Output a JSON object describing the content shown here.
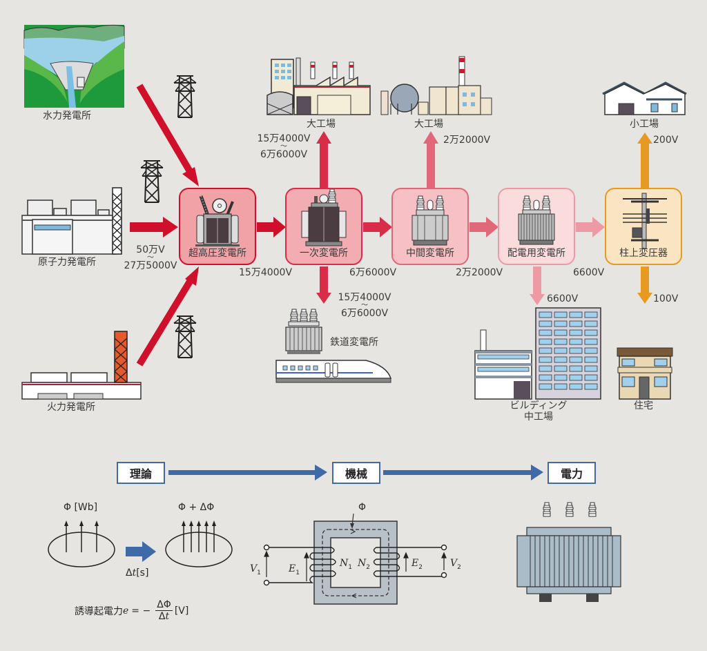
{
  "colors": {
    "background": "#e6e5e1",
    "arrow_red": "#d0102a",
    "arrow_red2": "#d92c48",
    "arrow_pink": "#e06878",
    "arrow_lightpink": "#ee9aa4",
    "arrow_orange": "#e79a22",
    "flow_blue": "#3f6aa8"
  },
  "sources": {
    "hydro": "水力発電所",
    "nuclear": "原子力発電所",
    "thermal": "火力発電所",
    "source_voltage_top": "50万V",
    "source_voltage_wave": "〜",
    "source_voltage_bottom": "27万5000V"
  },
  "stations": [
    {
      "label": "超高圧変電所",
      "out_voltage": "15万4000V"
    },
    {
      "label": "一次変電所",
      "out_voltage": "6万6000V"
    },
    {
      "label": "中間変電所",
      "out_voltage": "2万2000V"
    },
    {
      "label": "配電用変電所",
      "out_voltage": "6600V"
    },
    {
      "label": "柱上変圧器"
    }
  ],
  "consumers": {
    "large_factory_1": {
      "label": "大工場",
      "voltage_top": "15万4000V",
      "voltage_wave": "〜",
      "voltage_bottom": "6万6000V"
    },
    "large_factory_2": {
      "label": "大工場",
      "voltage": "2万2000V"
    },
    "small_factory": {
      "label": "小工場",
      "voltage": "200V"
    },
    "railway": {
      "label": "鉄道変電所",
      "voltage_top": "15万4000V",
      "voltage_wave": "〜",
      "voltage_bottom": "6万6000V"
    },
    "building": {
      "label_line1": "ビルディング",
      "label_line2": "中工場",
      "voltage": "6600V"
    },
    "house": {
      "label": "住宅",
      "voltage": "100V"
    }
  },
  "flow": {
    "steps": [
      "理論",
      "機械",
      "電力"
    ]
  },
  "theory": {
    "flux_label": "Φ [Wb]",
    "flux_delta_label": "Φ + ΔΦ",
    "time_label_delta": "Δ",
    "time_label_t": "t",
    "time_label_unit": "[s]",
    "emf_prefix": "誘導起電力",
    "emf_var": "e",
    "emf_eq": "= −",
    "emf_num": "ΔΦ",
    "emf_den_delta": "Δ",
    "emf_den_t": "t",
    "emf_unit": "[V]"
  },
  "machine": {
    "phi": "Φ",
    "v1": "V",
    "v1_sub": "1",
    "e1": "E",
    "e1_sub": "1",
    "n1": "N",
    "n1_sub": "1",
    "n2": "N",
    "n2_sub": "2",
    "e2": "E",
    "e2_sub": "2",
    "v2": "V",
    "v2_sub": "2"
  }
}
